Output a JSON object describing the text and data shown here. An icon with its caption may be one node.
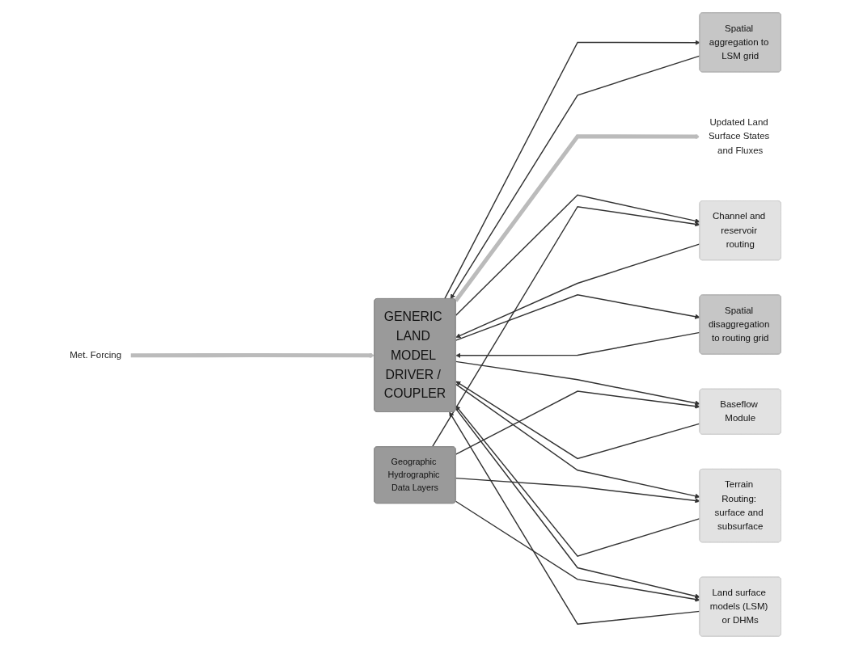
{
  "diagram": {
    "nodes": [
      {
        "text": [
          "Met. Forcing"
        ]
      },
      {
        "text": [
          "GENERIC LAND MODEL DRIVER / COUPLER"
        ]
      },
      {
        "text": [
          "Land surface models (LSM) or DHMs"
        ]
      },
      {
        "text": [
          "Spatial disaggregation to routing grid"
        ]
      },
      {
        "text": [
          "Terrain Routing: surface and subsurface"
        ]
      },
      {
        "text": [
          "Baseflow Module"
        ]
      },
      {
        "text": [
          "Channel and reservoir routing"
        ]
      },
      {
        "text": [
          "Spatial aggregation to LSM grid"
        ]
      },
      {
        "text": [
          "Geographic Hydrographic Data Layers"
        ]
      },
      {
        "text": [
          "Updated Land Surface States and Fluxes"
        ]
      }
    ],
    "edges": [
      {
        "from": 0,
        "to": 1,
        "arrow": "to",
        "style": "thick",
        "color": "#bbbbbb"
      },
      {
        "from": 2,
        "to": 1,
        "arrow": "to"
      },
      {
        "from": 1,
        "to": 2,
        "arrow": "to"
      },
      {
        "from": 3,
        "to": 1,
        "arrow": "to"
      },
      {
        "from": 1,
        "to": 3,
        "arrow": "to"
      },
      {
        "from": 4,
        "to": 1,
        "arrow": "to"
      },
      {
        "from": 1,
        "to": 4,
        "arrow": "to"
      },
      {
        "from": 5,
        "to": 1,
        "arrow": "to"
      },
      {
        "from": 1,
        "to": 5,
        "arrow": "to"
      },
      {
        "from": 6,
        "to": 1,
        "arrow": "to"
      },
      {
        "from": 1,
        "to": 6,
        "arrow": "to"
      },
      {
        "from": 7,
        "to": 1,
        "arrow": "to"
      },
      {
        "from": 1,
        "to": 7,
        "arrow": "to"
      },
      {
        "from": 8,
        "to": 2,
        "arrow": "to"
      },
      {
        "from": 8,
        "to": 4,
        "arrow": "to"
      },
      {
        "from": 8,
        "to": 5,
        "arrow": "to"
      },
      {
        "from": 8,
        "to": 6,
        "arrow": "to"
      },
      {
        "from": 1,
        "to": 9,
        "arrow": "to",
        "style": "thick",
        "color": "#bbbbbb"
      }
    ]
  }
}
